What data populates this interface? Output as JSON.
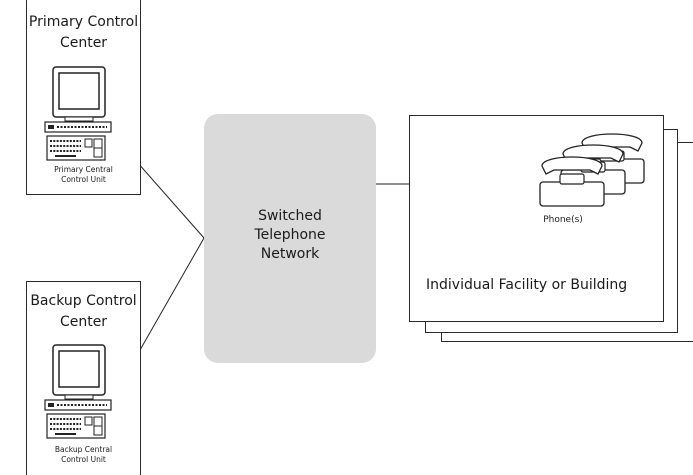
{
  "primary": {
    "title": "Primary Control\nCenter",
    "unit_label": "Primary Central\nControl Unit"
  },
  "backup": {
    "title": "Backup Control\nCenter",
    "unit_label": "Backup Central\nControl Unit"
  },
  "network": {
    "label": "Switched\nTelephone\nNetwork",
    "color": "#dadada"
  },
  "facility": {
    "label": "Individual Facility or Building",
    "phones_label": "Phone(s)"
  },
  "icons": [
    "computer-workstation-icon",
    "telephone-icon"
  ]
}
